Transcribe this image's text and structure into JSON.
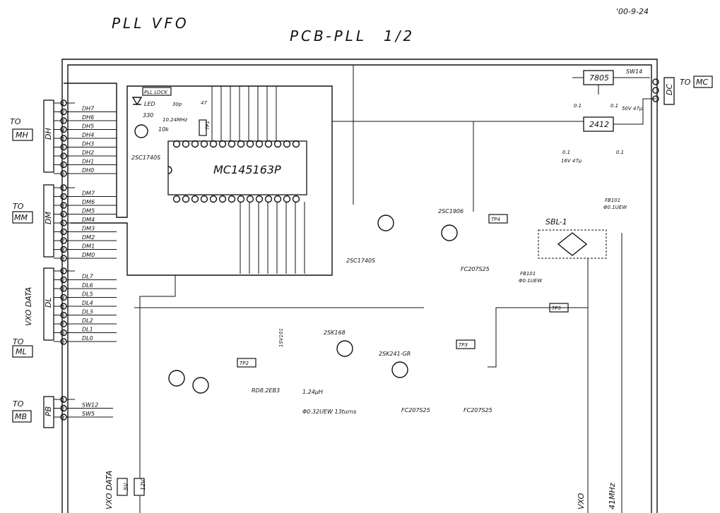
{
  "header": {
    "title_left": "PLL VFO",
    "title_center": "PCB-PLL",
    "page": "1/2",
    "date": "'00-9-24"
  },
  "ic_main": {
    "part": "MC145163P"
  },
  "pll_lock": {
    "label": "PLL LOCK",
    "led": "LED",
    "resistor": "330",
    "res2": "10k",
    "transistor": "2SC1740S",
    "crystal": "10.24MHz",
    "cap1": "30p",
    "cap2": "47",
    "tp1": "TP1"
  },
  "connectors": {
    "dh": {
      "to": "TO",
      "name": "MH",
      "block": "DH",
      "pins": [
        "DH7",
        "DH6",
        "DH5",
        "DH4",
        "DH3",
        "DH2",
        "DH1",
        "DH0"
      ]
    },
    "dm": {
      "to": "TO",
      "name": "MM",
      "block": "DM",
      "pins": [
        "DM7",
        "DM6",
        "DM5",
        "DM4",
        "DM3",
        "DM2",
        "DM1",
        "DM0"
      ]
    },
    "dl": {
      "to": "TO",
      "name": "ML",
      "block": "DL",
      "side": "VXO DATA",
      "pins": [
        "DL7",
        "DL6",
        "DL5",
        "DL4",
        "DL3",
        "DL2",
        "DL1",
        "DL0"
      ]
    },
    "pb": {
      "to": "TO",
      "name": "MB",
      "block": "PB",
      "pins": [
        "SW12",
        "SW5"
      ]
    },
    "dc": {
      "to": "TO",
      "name": "MC",
      "block": "DC"
    }
  },
  "regulators": {
    "r1": "7805",
    "r2": "2412",
    "sw": "SW14",
    "caps": [
      "0.1",
      "0.1",
      "0.1",
      "0.1"
    ],
    "cap_el": "50V 47μ",
    "cap_el2": "16V 47μ"
  },
  "labels": {
    "sbl": "SBL-1",
    "tp2": "TP2",
    "tp3": "TP3",
    "tp4": "TP4",
    "tp5": "TP5",
    "fb101_top": "FB101",
    "fb101_top_desc": "Φ0.1UEW",
    "fb101_mid": "FB101",
    "fb101_mid_desc": "Φ0.1UEW",
    "fc1": "FC207S25",
    "fc2": "FC207S25",
    "fc3": "FC207S25",
    "q_2sc1740s": "2SC1740S",
    "q_2sc1906": "2SC1906",
    "q_2sk168": "2SK168",
    "q_2sk241": "2SK241-GR",
    "varactor": "1SV101",
    "zener": "RD8.2EB3",
    "coil": "1.24μH",
    "coil_desc": "Φ0.32UEW 13turns",
    "bottom_vxo_data": "VXO DATA",
    "bottom_5v": "5V",
    "bottom_12v": "12V",
    "bottom_vxo": "VXO",
    "bottom_41mhz": "41MHz"
  }
}
